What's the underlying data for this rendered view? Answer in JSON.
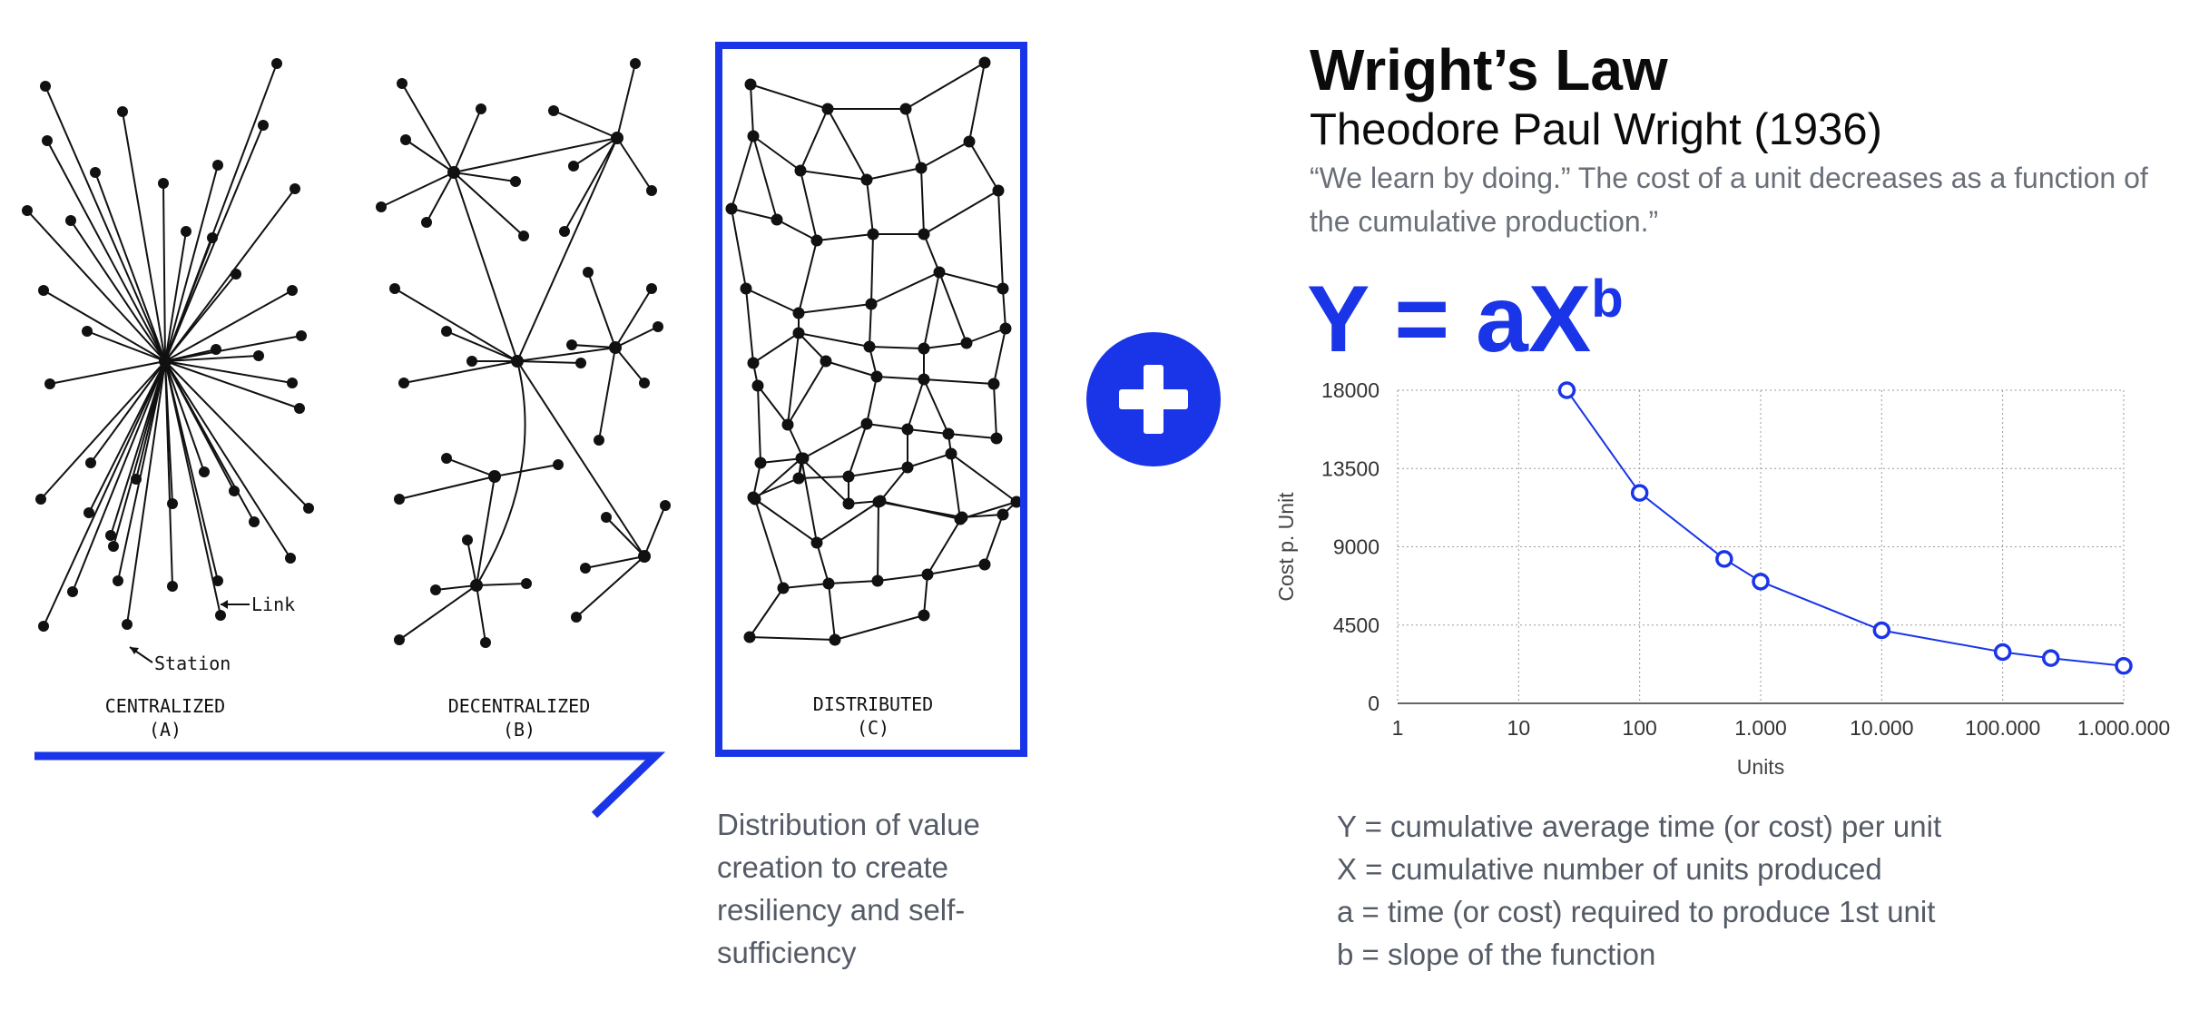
{
  "networks": {
    "centralized": {
      "name": "CENTRALIZED",
      "letter": "(A)"
    },
    "decentralized": {
      "name": "DECENTRALIZED",
      "letter": "(B)"
    },
    "distributed": {
      "name": "DISTRIBUTED",
      "letter": "(C)"
    },
    "link_label": "Link",
    "station_label": "Station"
  },
  "caption": "Distribution of value creation to create resiliency and self-sufficiency",
  "plus_icon": "plus-icon",
  "accent_color": "#1a35e8",
  "title": "Wright’s Law",
  "subtitle": "Theodore Paul Wright (1936)",
  "quote": "“We learn by doing.” The cost of a unit decreases as a function of the cumulative production.”",
  "formula": {
    "main": "Y = aX",
    "exponent": "b"
  },
  "chart_data": {
    "type": "line",
    "title": "",
    "xlabel": "Units",
    "ylabel": "Cost p. Unit",
    "x_scale": "log",
    "xlim": [
      1,
      1000000
    ],
    "ylim": [
      0,
      18000
    ],
    "x_ticks": [
      1,
      10,
      100,
      1000,
      10000,
      100000,
      1000000
    ],
    "x_tick_labels": [
      "1",
      "10",
      "100",
      "1.000",
      "10.000",
      "100.000",
      "1.000.000"
    ],
    "y_ticks": [
      0,
      4500,
      9000,
      13500,
      18000
    ],
    "y_tick_labels": [
      "0",
      "4500",
      "9000",
      "13500",
      "18000"
    ],
    "grid": true,
    "series": [
      {
        "x": [
          25,
          100,
          500,
          1000,
          10000,
          100000,
          250000,
          1000000
        ],
        "y": [
          18000,
          12100,
          8300,
          7000,
          4200,
          2950,
          2600,
          2150
        ]
      }
    ]
  },
  "legend": [
    "Y = cumulative average time (or cost) per unit",
    "X = cumulative number of units produced",
    "a = time (or cost) required to produce 1st unit",
    "b = slope of the function"
  ]
}
